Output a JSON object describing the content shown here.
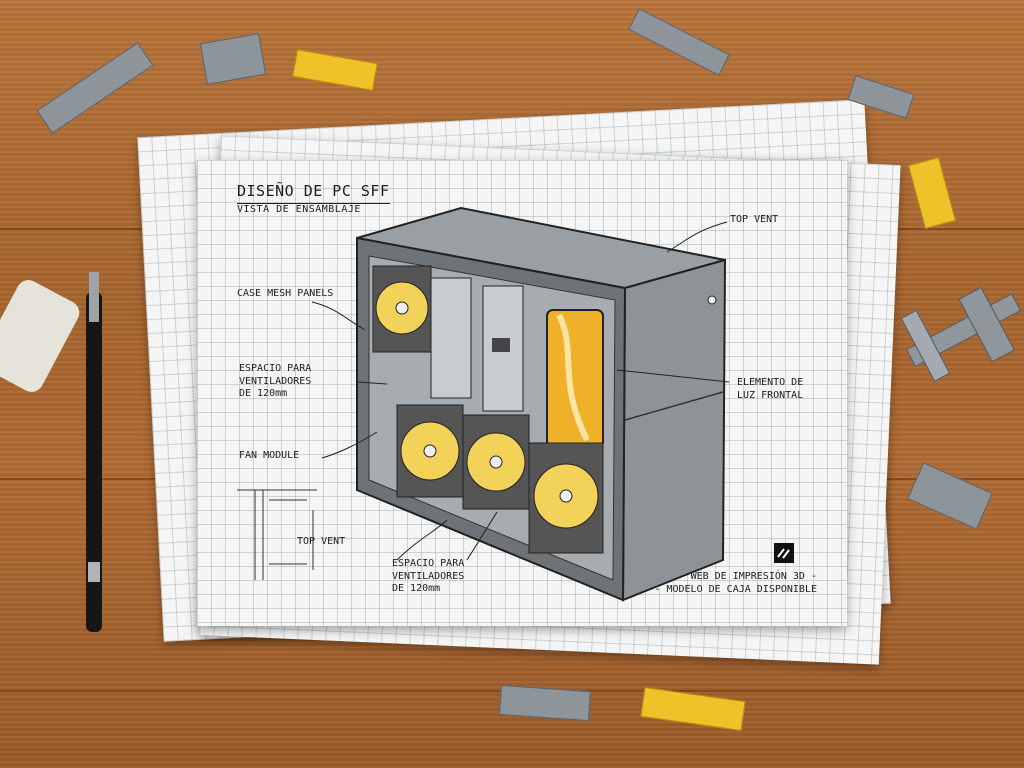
{
  "sheet": {
    "title": "DISEÑO DE PC SFF",
    "subtitle": "VISTA DE ENSAMBLAJE",
    "labels": {
      "top_vent": "TOP VENT",
      "case_mesh": "CASE MESH PANELS",
      "fan_space_side": "ESPACIO PARA\nVENTILADORES\nDE 120mm",
      "fan_module": "FAN MODULE",
      "front_light": "ELEMENTO DE\nLUZ FRONTAL",
      "detail_top_vent": "TOP VENT",
      "fan_space_bottom": "ESPACIO PARA\nVENTILADORES\nDE 120mm"
    },
    "footer": "WEB DE IMPRESIÓN 3D -\n- MODELO DE CAJA DISPONIBLE"
  },
  "colors": {
    "wood": "#a8652e",
    "paper": "#f4f5f4",
    "accent_yellow": "#f1c12a",
    "printed_gray": "#8d949a"
  },
  "icons": [
    "logo-icon",
    "fan-icon",
    "pencil-icon",
    "eraser-icon",
    "caliper-icon"
  ]
}
